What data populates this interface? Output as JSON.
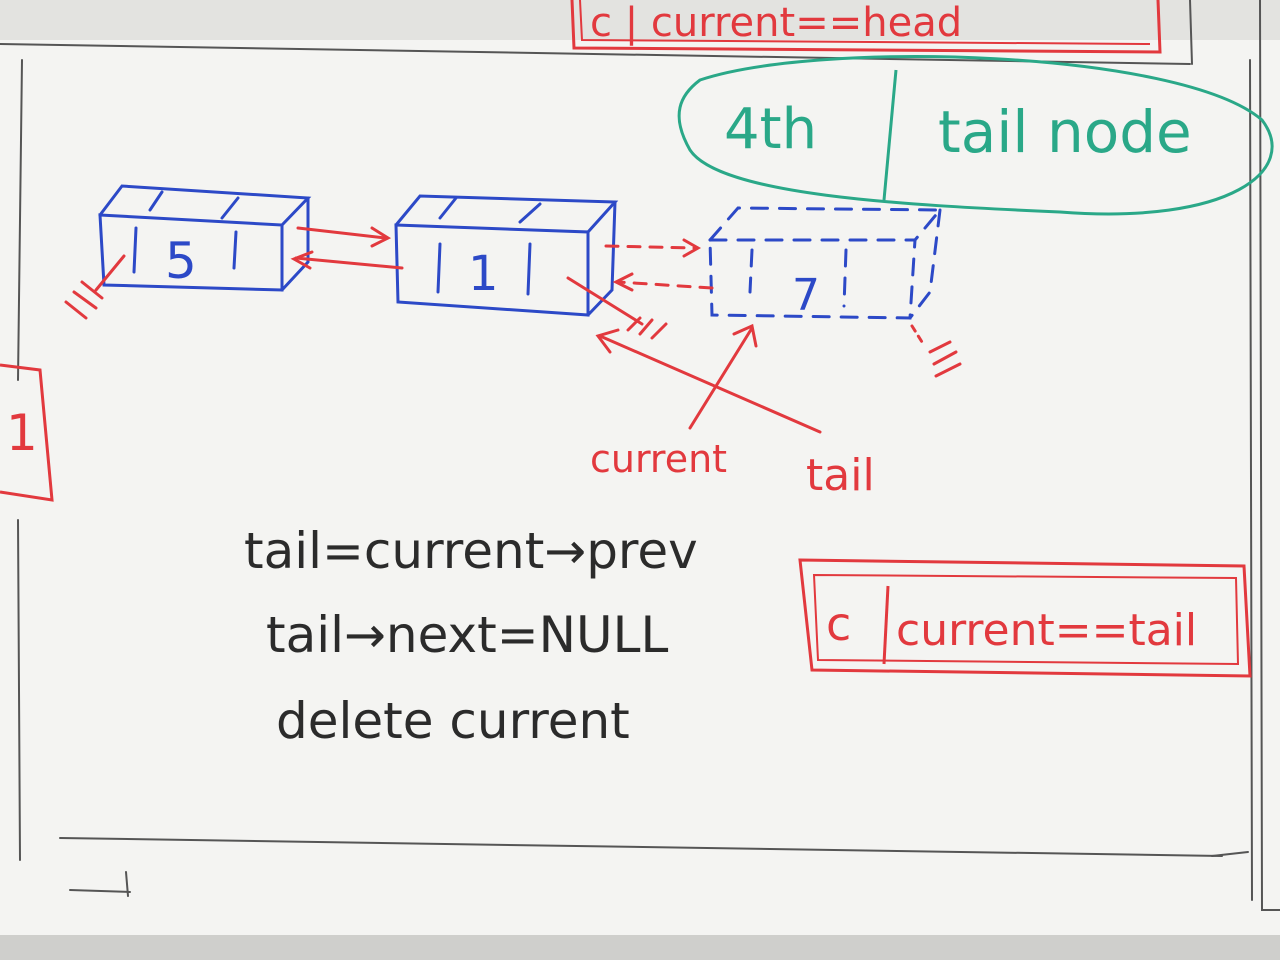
{
  "top_condition": "c | current==head",
  "left_box_fragment": "1",
  "node1": {
    "value": "5"
  },
  "node2": {
    "value": "1"
  },
  "node3": {
    "value": "7"
  },
  "tail_callout": {
    "position": "4th",
    "label": "tail node"
  },
  "pointers": {
    "current": "current",
    "tail": "tail"
  },
  "code_lines": [
    "tail=current→prev",
    "tail→next=NULL",
    "delete current"
  ],
  "condition_box": {
    "prefix": "c",
    "text": "current==tail"
  },
  "colors": {
    "board": "#f3f3f1",
    "marker_blue": "#2c49c7",
    "marker_red": "#e2393e",
    "marker_green": "#2aa888",
    "marker_black": "#2b2b2b"
  }
}
